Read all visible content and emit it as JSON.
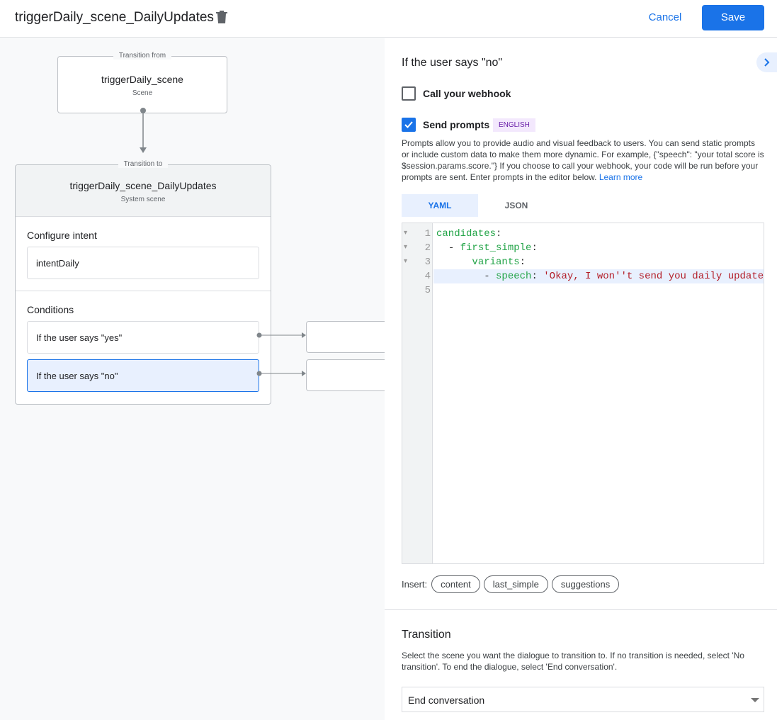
{
  "header": {
    "title": "triggerDaily_scene_DailyUpdates",
    "cancel_label": "Cancel",
    "save_label": "Save"
  },
  "graph": {
    "from": {
      "legend": "Transition from",
      "name": "triggerDaily_scene",
      "type": "Scene"
    },
    "to": {
      "legend": "Transition to",
      "name": "triggerDaily_scene_DailyUpdates",
      "type": "System scene",
      "intent_heading": "Configure intent",
      "intent": "intentDaily",
      "conditions_heading": "Conditions",
      "conditions": [
        {
          "label": "If the user says \"yes\"",
          "selected": false
        },
        {
          "label": "If the user says \"no\"",
          "selected": true
        }
      ]
    }
  },
  "panel": {
    "heading": "If the user says \"no\"",
    "webhook": {
      "label": "Call your webhook",
      "checked": false
    },
    "prompts": {
      "label": "Send prompts",
      "checked": true,
      "badge": "ENGLISH",
      "description": "Prompts allow you to provide audio and visual feedback to users. You can send static prompts or include custom data to make them more dynamic. For example, {\"speech\": \"your total score is $session.params.score.\"} If you choose to call your webhook, your code will be run before your prompts are sent. Enter prompts in the editor below. ",
      "learn_more": "Learn more"
    },
    "tabs": [
      {
        "label": "YAML",
        "active": true
      },
      {
        "label": "JSON",
        "active": false
      }
    ],
    "editor": {
      "line_numbers": [
        "1",
        "2",
        "3",
        "4",
        "5"
      ],
      "lines": [
        {
          "indent": "",
          "dash": "",
          "key": "candidates",
          "value": ""
        },
        {
          "indent": "  ",
          "dash": "- ",
          "key": "first_simple",
          "value": ""
        },
        {
          "indent": "      ",
          "dash": "",
          "key": "variants",
          "value": ""
        },
        {
          "indent": "        ",
          "dash": "- ",
          "key": "speech",
          "value": " 'Okay, I won''t send you daily update"
        },
        {
          "indent": "",
          "dash": "",
          "key": "",
          "value": ""
        }
      ]
    },
    "insert": {
      "label": "Insert:",
      "chips": [
        "content",
        "last_simple",
        "suggestions"
      ]
    },
    "transition": {
      "heading": "Transition",
      "description": "Select the scene you want the dialogue to transition to. If no transition is needed, select 'No transition'. To end the dialogue, select 'End conversation'.",
      "selected": "End conversation"
    }
  },
  "colors": {
    "accent": "#1a73e8",
    "yaml_key": "#22a447",
    "yaml_string": "#b31d28",
    "badge_bg": "#f3e8fd",
    "badge_text": "#681da8"
  }
}
